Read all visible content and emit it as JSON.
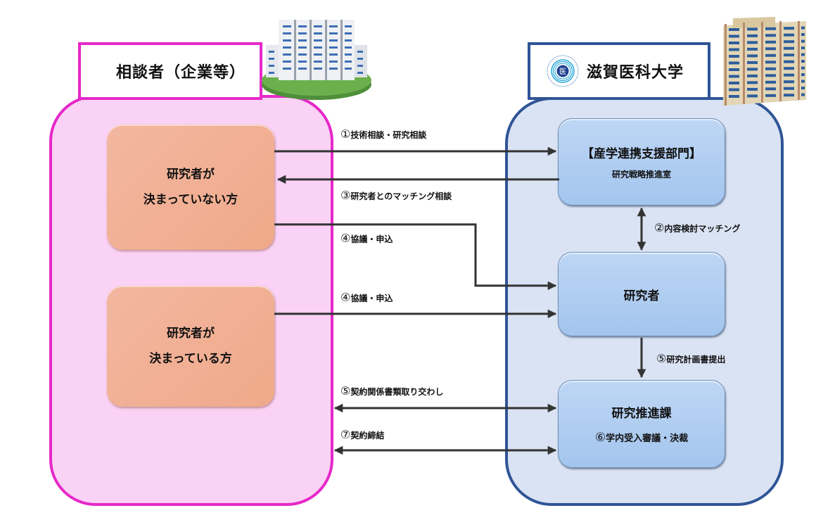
{
  "colors": {
    "company_border": "#e628c9",
    "company_fill": "#fad2f5",
    "university_border": "#2f5597",
    "university_fill": "#dae3f3",
    "orange_box": "#f0ad90",
    "blue_box": "#aecbf1",
    "arrow": "#333333"
  },
  "company": {
    "header": "相談者（企業等）",
    "building_icon": "office-building-icon",
    "boxes": [
      {
        "line1": "研究者が",
        "line2": "決まっていない方"
      },
      {
        "line1": "研究者が",
        "line2": "決まっている方"
      }
    ]
  },
  "university": {
    "header": "滋賀医科大学",
    "logo": "shiga-university-of-medical-science-logo",
    "logo_char": "医",
    "building_icon": "university-building-icon",
    "boxes": [
      {
        "title": "【産学連携支援部門】",
        "subtitle": "研究戦略推進室"
      },
      {
        "title": "研究者",
        "subtitle": ""
      },
      {
        "title": "研究推進課",
        "subtitle_num": "⑥",
        "subtitle": "学内受入審議・決裁"
      }
    ]
  },
  "flows": [
    {
      "num": "①",
      "text": "技術相談・研究相談",
      "from": "研究者が決まっていない方",
      "to": "産学連携支援部門",
      "direction": "right"
    },
    {
      "num": "②",
      "text": "内容検討マッチング",
      "from": "産学連携支援部門",
      "to": "研究者",
      "direction": "both"
    },
    {
      "num": "③",
      "text": "研究者とのマッチング相談",
      "from": "産学連携支援部門",
      "to": "研究者が決まっていない方",
      "direction": "left"
    },
    {
      "num": "④",
      "text": "協議・申込",
      "from": "研究者が決まっていない方",
      "to": "研究者",
      "direction": "right"
    },
    {
      "num": "④",
      "text": "協議・申込",
      "from": "研究者が決まっている方",
      "to": "研究者",
      "direction": "right"
    },
    {
      "num": "⑤",
      "text": "研究計画書提出",
      "from": "研究者",
      "to": "研究推進課",
      "direction": "down"
    },
    {
      "num": "⑤",
      "text": "契約関係書類取り交わし",
      "from": "相談者（企業等）",
      "to": "研究推進課",
      "direction": "both"
    },
    {
      "num": "⑦",
      "text": "契約締結",
      "from": "相談者（企業等）",
      "to": "研究推進課",
      "direction": "both"
    }
  ]
}
